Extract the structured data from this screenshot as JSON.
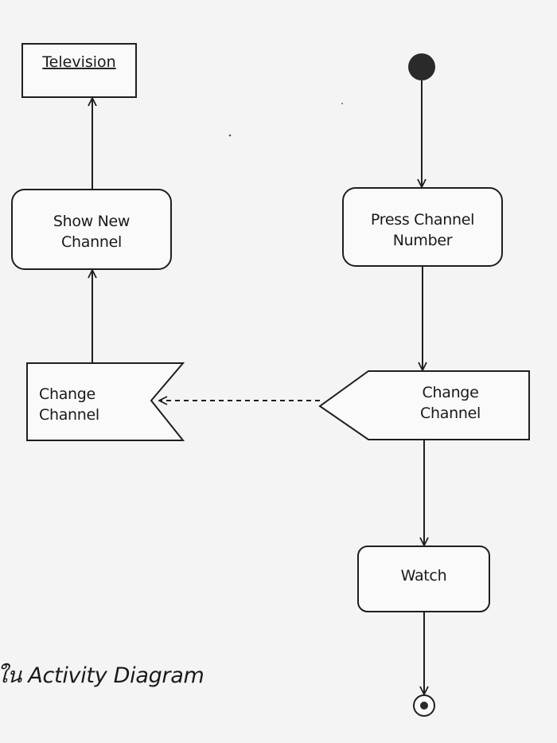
{
  "object_node": {
    "label": "Television"
  },
  "actions": {
    "show_new_channel": [
      "Show New",
      "Channel"
    ],
    "press_channel_number": [
      "Press Channel",
      "Number"
    ],
    "watch": "Watch"
  },
  "signals": {
    "accept_change_channel": [
      "Change",
      "Channel"
    ],
    "send_change_channel": [
      "Change",
      "Channel"
    ]
  },
  "caption": "ใน Activity Diagram"
}
